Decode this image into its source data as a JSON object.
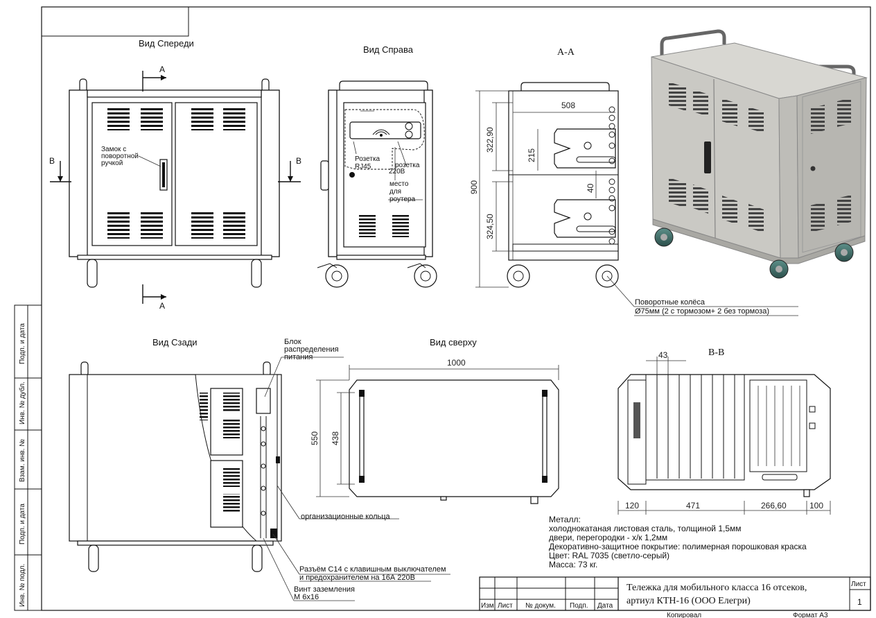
{
  "views": {
    "front": "Вид Спереди",
    "right": "Вид Справа",
    "section_aa": "А-А",
    "rear": "Вид Сзади",
    "top": "Вид сверху",
    "section_bb": "В-В"
  },
  "section_marks": {
    "a": "А",
    "b": "В"
  },
  "callouts": {
    "lock_1": "Замок с",
    "lock_2": "поворотной",
    "lock_3": "ручкой",
    "rj45_1": "Розетка",
    "rj45_2": "RJ45",
    "socket_1": "розетка",
    "socket_2": "220В",
    "router_1": "место",
    "router_2": "для",
    "router_3": "роутера",
    "wheels_1": "Поворотные колёса",
    "wheels_2": "Ø75мм (2 с тормозом+ 2 без тормоза)",
    "power_1": "Блок",
    "power_2": "распределения",
    "power_3": "питания",
    "rings": "организационные кольца",
    "c14_1": "Разъём С14 с клавишным выключателем",
    "c14_2": "и предохранителем на 16А 220В",
    "screw_1": "Винт заземления",
    "screw_2": "М 6x16"
  },
  "dimensions": {
    "d508": "508",
    "d322": "322,90",
    "d215": "215",
    "d900": "900",
    "d40": "40",
    "d324": "324,50",
    "d1000": "1000",
    "d550": "550",
    "d438": "438",
    "d43": "43",
    "d120": "120",
    "d471": "471",
    "d266": "266,60",
    "d100": "100"
  },
  "notes": {
    "l1": "Металл:",
    "l2": "холоднокатаная листовая сталь, толщиной 1,5мм",
    "l3": "двери, перегородки - х/к 1,2мм",
    "l4": "Декоративно-защитное покрытие: полимерная порошковая краска",
    "l5": "Цвет: RAL 7035 (светло-серый)",
    "l6": "Масса: 73 кг."
  },
  "title_block": {
    "title_1": "Тележка для мобильного класса 16 отсеков,",
    "title_2": "артиул КТН-16 (ООО Елегри)",
    "sheet_label": "Лист",
    "sheet_no": "1",
    "col_izm": "Изм.",
    "col_list": "Лист",
    "col_doc": "№ докум.",
    "col_sign": "Подп.",
    "col_date": "Дата",
    "copied": "Копировал",
    "format": "Формат А3"
  },
  "side_stamp": {
    "s1": "Подп. и дата",
    "s2": "Инв. № дубл.",
    "s3": "Взам. инв. №",
    "s4": "Подп. и дата",
    "s5": "Инв. № подл."
  },
  "colors": {
    "cart_body": "#c9c8c3",
    "cart_top": "#d8d7d2",
    "wheel": "#3c6b66"
  }
}
